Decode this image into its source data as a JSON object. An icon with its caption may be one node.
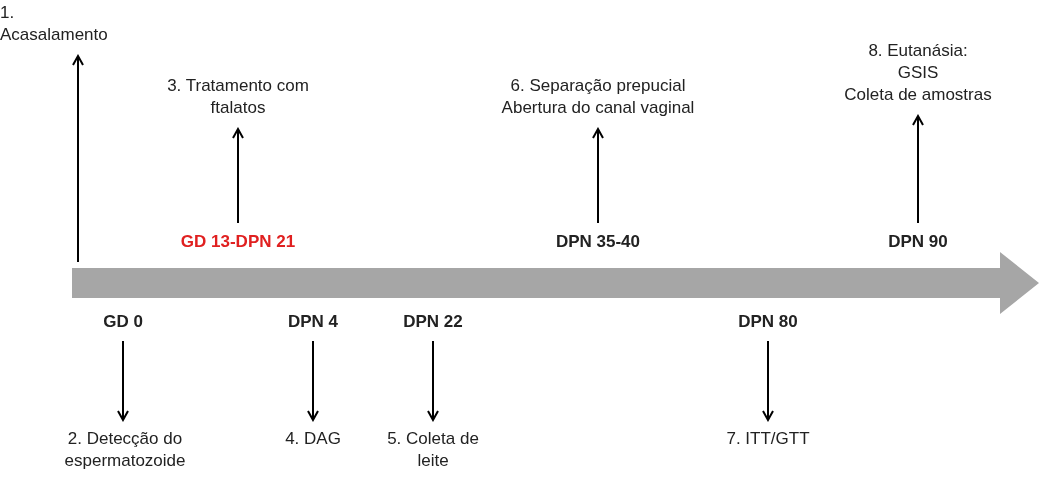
{
  "diagram": {
    "nodes": [
      {
        "text": [
          "1. Acasalamento"
        ]
      },
      {
        "text": [
          "3. Tratamento com ftalatos"
        ]
      },
      {
        "text": [
          "6. Separação prepucial",
          "Abertura do canal vaginal"
        ]
      },
      {
        "text": [
          "8. Eutanásia:",
          "GSIS",
          "Coleta de amostras"
        ]
      },
      {
        "text": [
          "GD 13-DPN 21"
        ]
      },
      {
        "text": [
          "DPN 35-40"
        ]
      },
      {
        "text": [
          "DPN 90"
        ]
      },
      {
        "text": [
          "GD 0"
        ]
      },
      {
        "text": [
          "DPN 4"
        ]
      },
      {
        "text": [
          "DPN 22"
        ]
      },
      {
        "text": [
          "DPN 80"
        ]
      },
      {
        "text": [
          "2. Detecção do espermatozoide"
        ]
      },
      {
        "text": [
          "4. DAG"
        ]
      },
      {
        "text": [
          "5. Coleta de leite"
        ]
      },
      {
        "text": [
          "7. ITT/GTT"
        ]
      }
    ],
    "edges": [
      {
        "from": null,
        "to": 0,
        "arrow": "to"
      },
      {
        "from": 4,
        "to": 1,
        "arrow": "to"
      },
      {
        "from": 5,
        "to": 2,
        "arrow": "to"
      },
      {
        "from": 6,
        "to": 3,
        "arrow": "to"
      },
      {
        "from": 7,
        "to": 11,
        "arrow": "to"
      },
      {
        "from": 8,
        "to": 12,
        "arrow": "to"
      },
      {
        "from": 9,
        "to": 13,
        "arrow": "to"
      },
      {
        "from": 10,
        "to": 14,
        "arrow": "to"
      }
    ]
  }
}
